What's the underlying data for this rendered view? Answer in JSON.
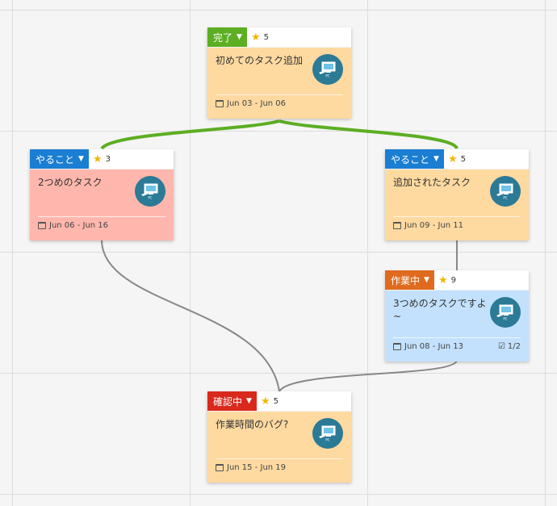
{
  "cards": [
    {
      "id": "c1",
      "status": {
        "label": "完了",
        "color": "#5cae23"
      },
      "priority": "5",
      "title": "初めてのタスク追加",
      "dates": "Jun 03 - Jun 06",
      "body_color": "#fed9a0",
      "avatar": "pc-icon"
    },
    {
      "id": "c2",
      "status": {
        "label": "やること",
        "color": "#1a7ed2"
      },
      "priority": "3",
      "title": "2つめのタスク",
      "dates": "Jun 06 - Jun 16",
      "body_color": "#ffb7ad",
      "avatar": "pc-icon"
    },
    {
      "id": "c3",
      "status": {
        "label": "やること",
        "color": "#1a7ed2"
      },
      "priority": "5",
      "title": "追加されたタスク",
      "dates": "Jun 09 - Jun 11",
      "body_color": "#fed9a0",
      "avatar": "pc-icon"
    },
    {
      "id": "c4",
      "status": {
        "label": "作業中",
        "color": "#e06b1f"
      },
      "priority": "9",
      "title": "3つめのタスクですよ~",
      "dates": "Jun 08 - Jun 13",
      "checklist": "1/2",
      "body_color": "#c3e1fd",
      "avatar": "pc-icon"
    },
    {
      "id": "c5",
      "status": {
        "label": "確認中",
        "color": "#d9291c"
      },
      "priority": "5",
      "title": "作業時間のバグ?",
      "dates": "Jun 15 - Jun 19",
      "body_color": "#fed9a0",
      "avatar": "pc-icon"
    }
  ],
  "connections": [
    {
      "from": "c1",
      "to": "c2",
      "color": "#5cae23"
    },
    {
      "from": "c1",
      "to": "c3",
      "color": "#5cae23"
    },
    {
      "from": "c3",
      "to": "c4",
      "color": "#888888"
    },
    {
      "from": "c2",
      "to": "c5",
      "color": "#888888"
    },
    {
      "from": "c4",
      "to": "c5",
      "color": "#888888"
    }
  ]
}
